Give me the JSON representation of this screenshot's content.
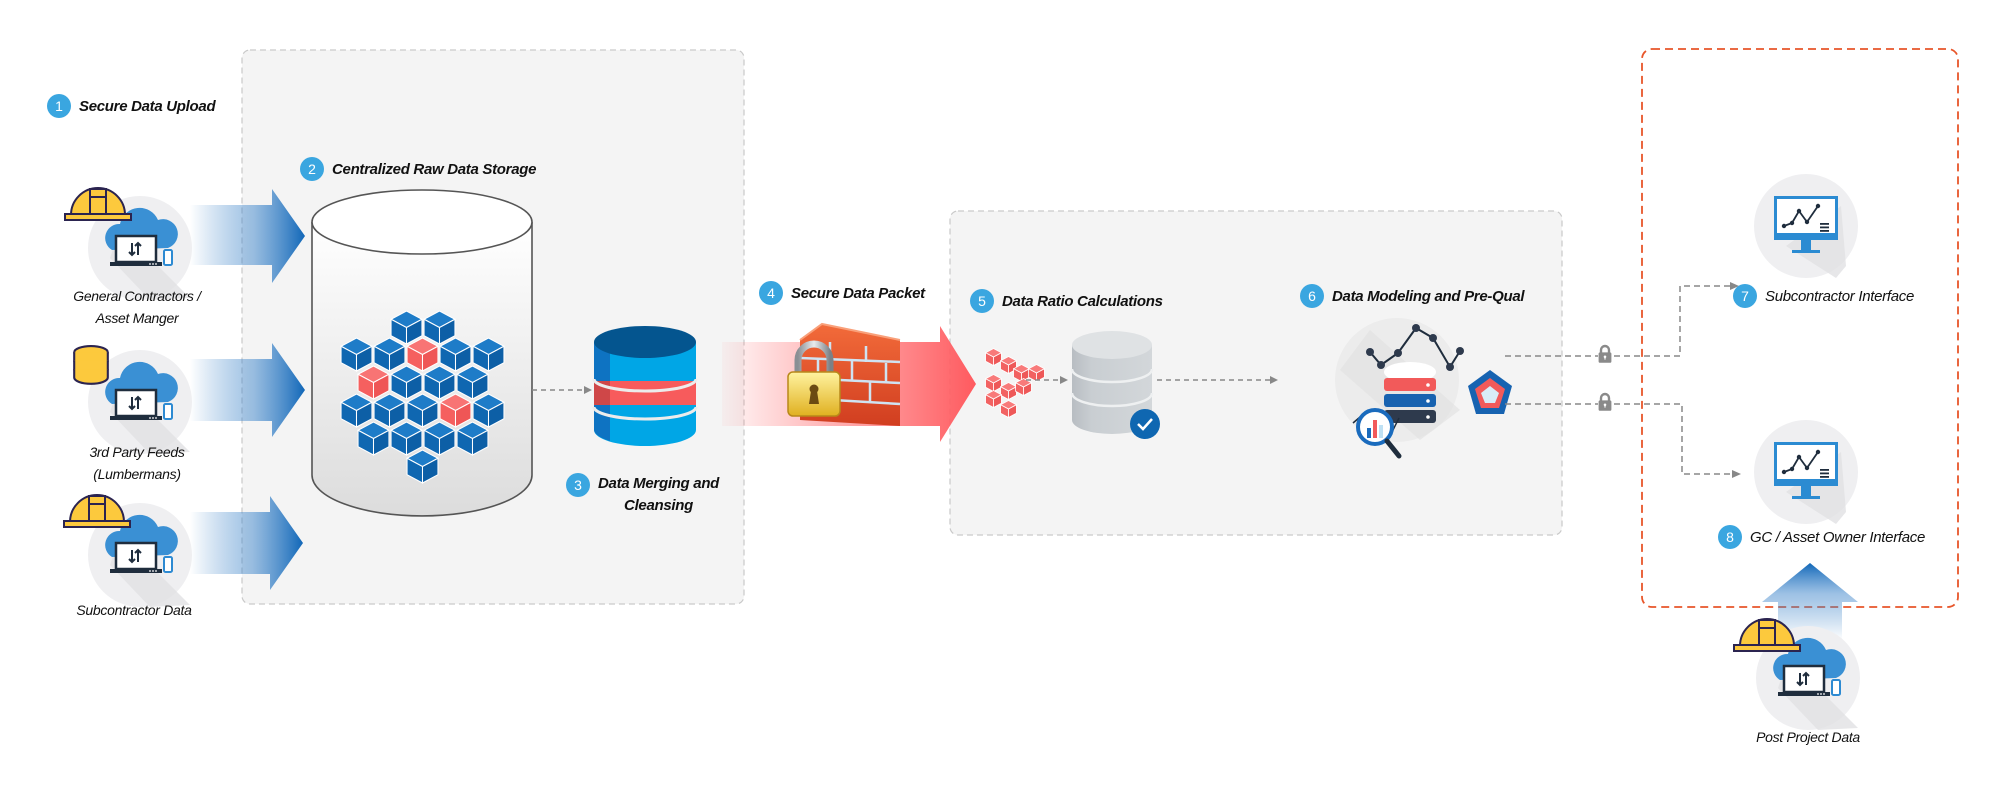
{
  "steps": [
    {
      "num": "1",
      "title": "Secure Data Upload"
    },
    {
      "num": "2",
      "title": "Centralized Raw Data Storage"
    },
    {
      "num": "3",
      "title_line1": "Data Merging and",
      "title_line2": "Cleansing"
    },
    {
      "num": "4",
      "title": "Secure Data Packet"
    },
    {
      "num": "5",
      "title": "Data Ratio Calculations"
    },
    {
      "num": "6",
      "title": "Data Modeling and Pre-Qual"
    },
    {
      "num": "7",
      "title": "Subcontractor Interface"
    },
    {
      "num": "8",
      "title": "GC / Asset Owner Interface"
    }
  ],
  "sources": [
    {
      "line1": "General Contractors /",
      "line2": "Asset Manger",
      "icon": "hard-hat-cloud-laptop-icon"
    },
    {
      "line1": "3rd Party Feeds",
      "line2": "(Lumbermans)",
      "icon": "database-cloud-laptop-icon"
    },
    {
      "line1": "Subcontractor Data",
      "line2": "",
      "icon": "hard-hat-cloud-laptop-icon"
    }
  ],
  "post_project": {
    "label": "Post Project Data"
  },
  "colors": {
    "badge": "#3aa6e0",
    "blue_arrow": "#1f6fbd",
    "red_arrow": "#ff5a5f",
    "cube_blue": "#0f67b1",
    "cube_red": "#f5605f",
    "orange_border": "#e8562a",
    "panel_bg": "#f4f4f4"
  }
}
